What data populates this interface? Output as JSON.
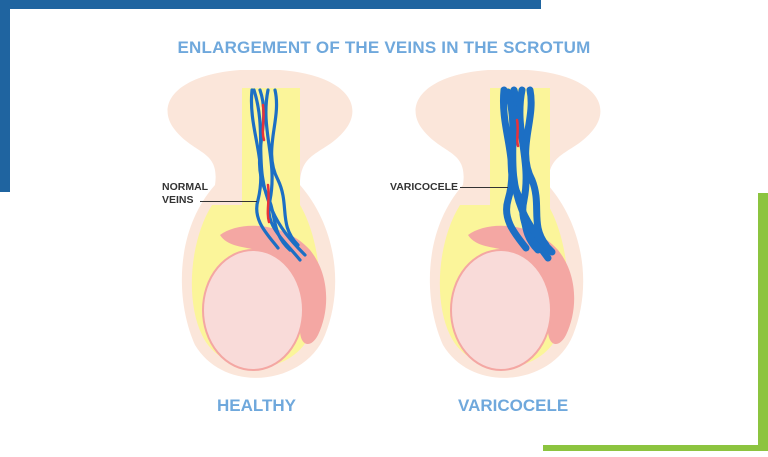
{
  "title": "ENLARGEMENT OF THE VEINS IN THE SCROTUM",
  "left_panel": {
    "label_line1": "NORMAL",
    "label_line2": "VEINS",
    "caption": "HEALTHY"
  },
  "right_panel": {
    "label": "VARICOCELE",
    "caption": "VARICOCELE"
  },
  "colors": {
    "frame_blue": "#1f64a0",
    "frame_green": "#8cc43f",
    "title_blue": "#6fa8dc",
    "skin": "#fbe6da",
    "fat_yellow": "#fbf59a",
    "testis": "#f9dbd9",
    "epididymis": "#f4a7a3",
    "vein_blue": "#1c6fc4",
    "artery_red": "#e8323a"
  }
}
